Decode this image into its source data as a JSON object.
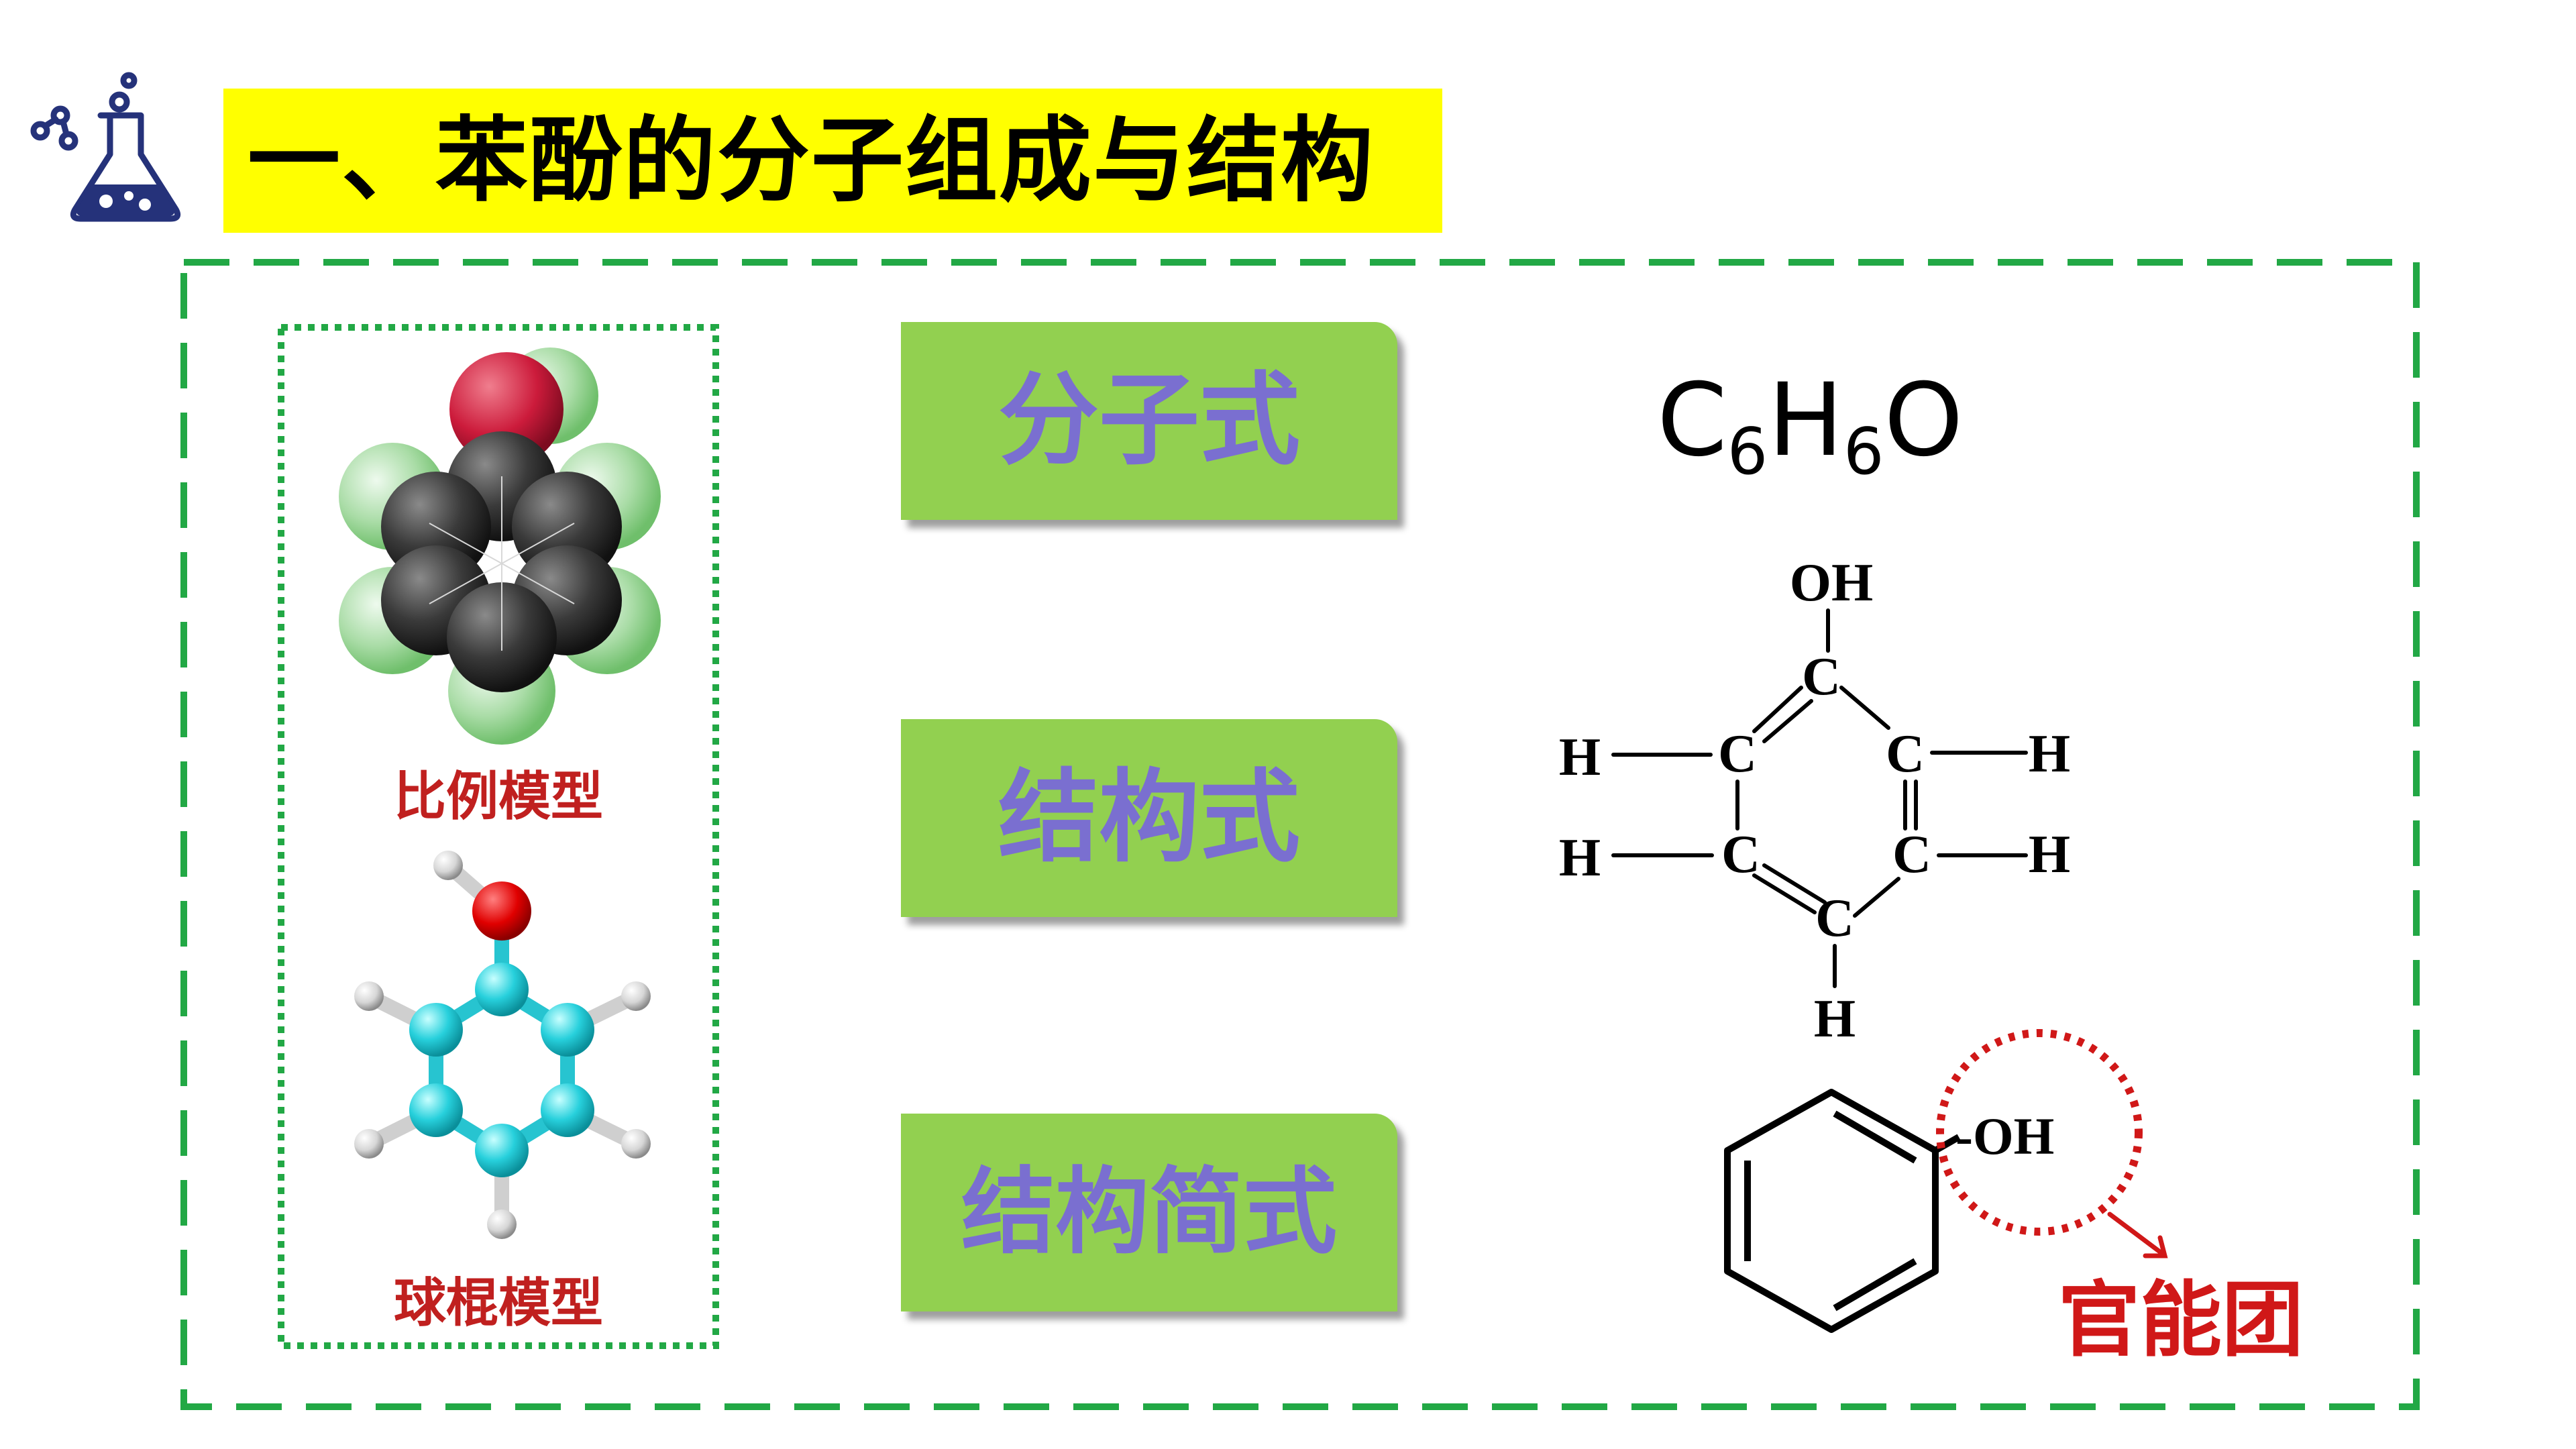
{
  "title": "一、苯酚的分子组成与结构",
  "models": {
    "spacefill_label": "比例模型",
    "ballstick_label": "球棍模型"
  },
  "tags": {
    "formula": "分子式",
    "structural": "结构式",
    "condensed": "结构简式"
  },
  "formula": {
    "c": "C",
    "c_count": "6",
    "h": "H",
    "h_count": "6",
    "o": "O"
  },
  "structural": {
    "oh": "OH",
    "c": "C",
    "h": "H"
  },
  "condensed": {
    "oh": "-OH",
    "functional_group": "官能团"
  },
  "colors": {
    "title_bg": "#ffff00",
    "frame": "#22a845",
    "tag_bg": "#92d050",
    "tag_text": "#7a6fd0",
    "label_red": "#c0201f",
    "circle_red": "#d01818"
  },
  "icons": {
    "header": "flask-icon"
  }
}
